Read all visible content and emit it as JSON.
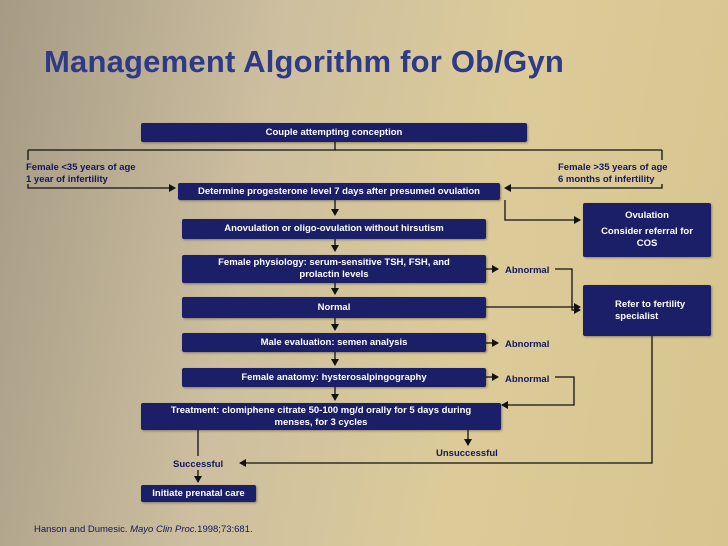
{
  "title": "Management Algorithm for Ob/Gyn",
  "nodes": {
    "couple": "Couple attempting conception",
    "progesterone": "Determine progesterone level 7 days after presumed ovulation",
    "anovulation": "Anovulation or oligo-ovulation without hirsutism",
    "physiology_l1": "Female physiology: serum-sensitive TSH, FSH, and",
    "physiology_l2": "prolactin levels",
    "normal": "Normal",
    "male_eval": "Male evaluation: semen analysis",
    "female_anatomy": "Female anatomy: hysterosalpingography",
    "treatment_l1": "Treatment: clomiphene citrate 50-100 mg/d orally for 5 days during",
    "treatment_l2": "menses, for 3 cycles",
    "prenatal": "Initiate prenatal care",
    "ovulation_title": "Ovulation",
    "ovulation_l1": "Consider referral for",
    "ovulation_l2": "COS",
    "refer_l1": "Refer to fertility",
    "refer_l2": "specialist"
  },
  "labels": {
    "left_l1": "Female <35 years of age",
    "left_l2": "1 year of infertility",
    "right_l1": "Female >35 years of age",
    "right_l2": "6 months of infertility",
    "abnormal_1": "Abnormal",
    "abnormal_2": "Abnormal",
    "abnormal_3": "Abnormal",
    "unsuccessful": "Unsuccessful",
    "successful": "Successful"
  },
  "citation": {
    "authors": "Hanson and Dumesic.",
    "journal": "Mayo Clin Proc.",
    "ref": "1998;73:681."
  },
  "colors": {
    "box": "#1b1f68",
    "title": "#2f3a86",
    "line": "#111111"
  }
}
